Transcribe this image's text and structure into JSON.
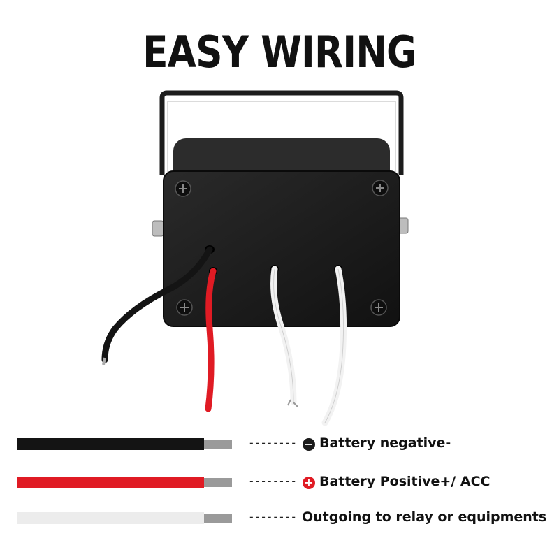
{
  "title": "EASY WIRING",
  "colors": {
    "housing": "#1a1a1a",
    "bracket": "#1c1c1c",
    "wire_black": "#141414",
    "wire_red": "#e01b24",
    "wire_white": "#f2f2f2",
    "copper": "#9a9a9a",
    "negative_badge": "#1a1a1a",
    "positive_badge": "#e01b24"
  },
  "legend": [
    {
      "wire": "black",
      "sign": "−",
      "icon": "minus-icon",
      "label": "Battery negative-"
    },
    {
      "wire": "red",
      "sign": "+",
      "icon": "plus-icon",
      "label": "Battery Positive+/ ACC"
    },
    {
      "wire": "white",
      "sign": "",
      "icon": "",
      "label": "Outgoing to relay or equipments"
    }
  ]
}
